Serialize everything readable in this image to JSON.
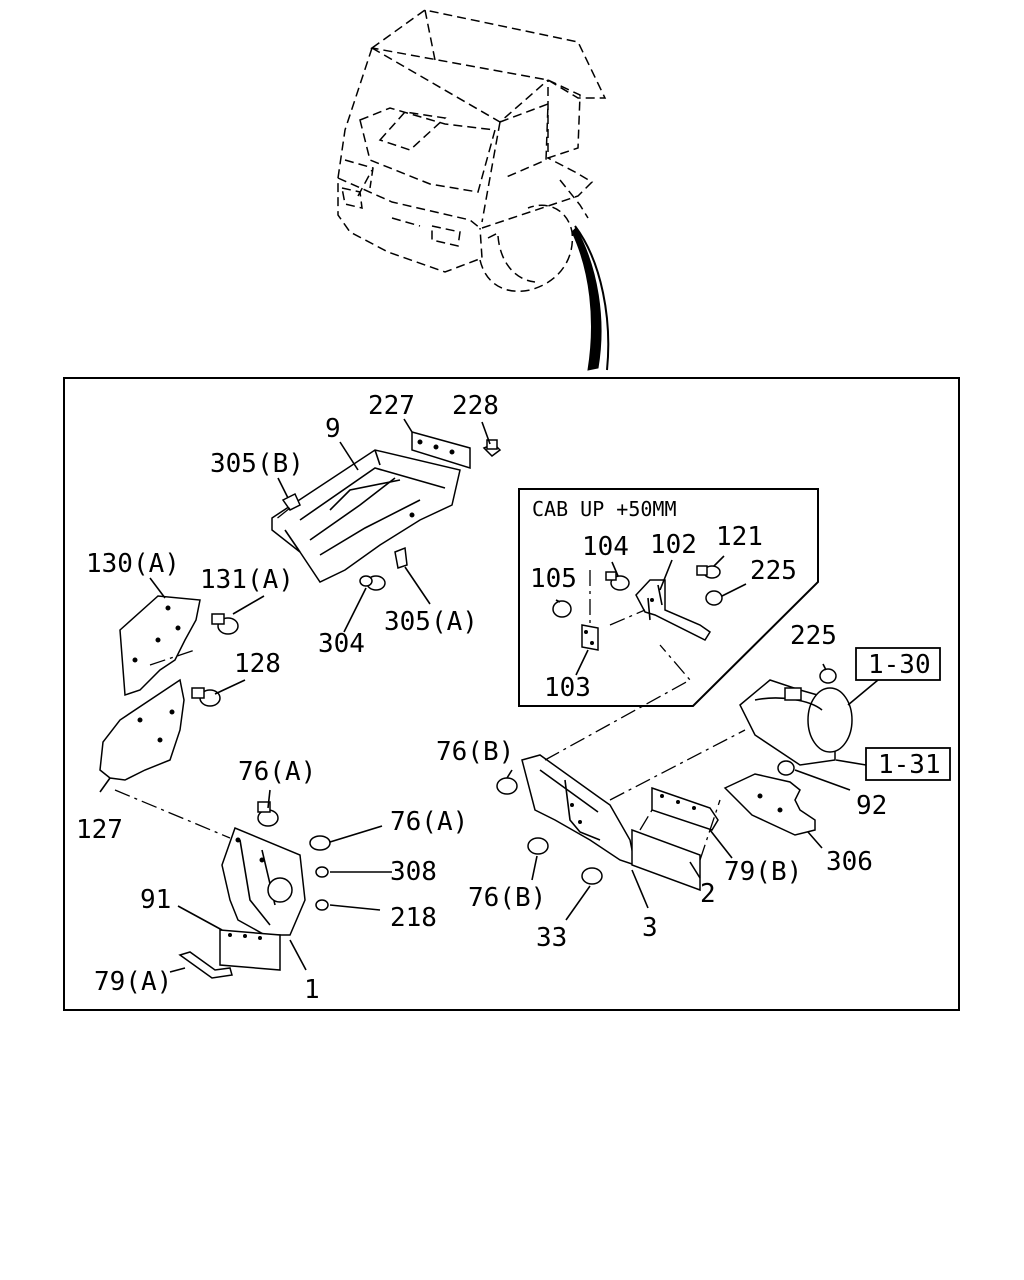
{
  "inset": {
    "title": "CAB UP +50MM"
  },
  "refs": {
    "r1": "1-30",
    "r2": "1-31"
  },
  "callouts": {
    "c9": "9",
    "c227": "227",
    "c228": "228",
    "c305b": "305(B)",
    "c305a": "305(A)",
    "c304": "304",
    "c130a": "130(A)",
    "c131a": "131(A)",
    "c128": "128",
    "c127": "127",
    "c76a_1": "76(A)",
    "c76a_2": "76(A)",
    "c308": "308",
    "c218": "218",
    "c91": "91",
    "c79a": "79(A)",
    "c1": "1",
    "c76b_1": "76(B)",
    "c76b_2": "76(B)",
    "c33": "33",
    "c3": "3",
    "c2": "2",
    "c79b": "79(B)",
    "c306": "306",
    "c92": "92",
    "c225_a": "225",
    "c225_b": "225",
    "c104": "104",
    "c102": "102",
    "c121": "121",
    "c105": "105",
    "c103": "103"
  }
}
